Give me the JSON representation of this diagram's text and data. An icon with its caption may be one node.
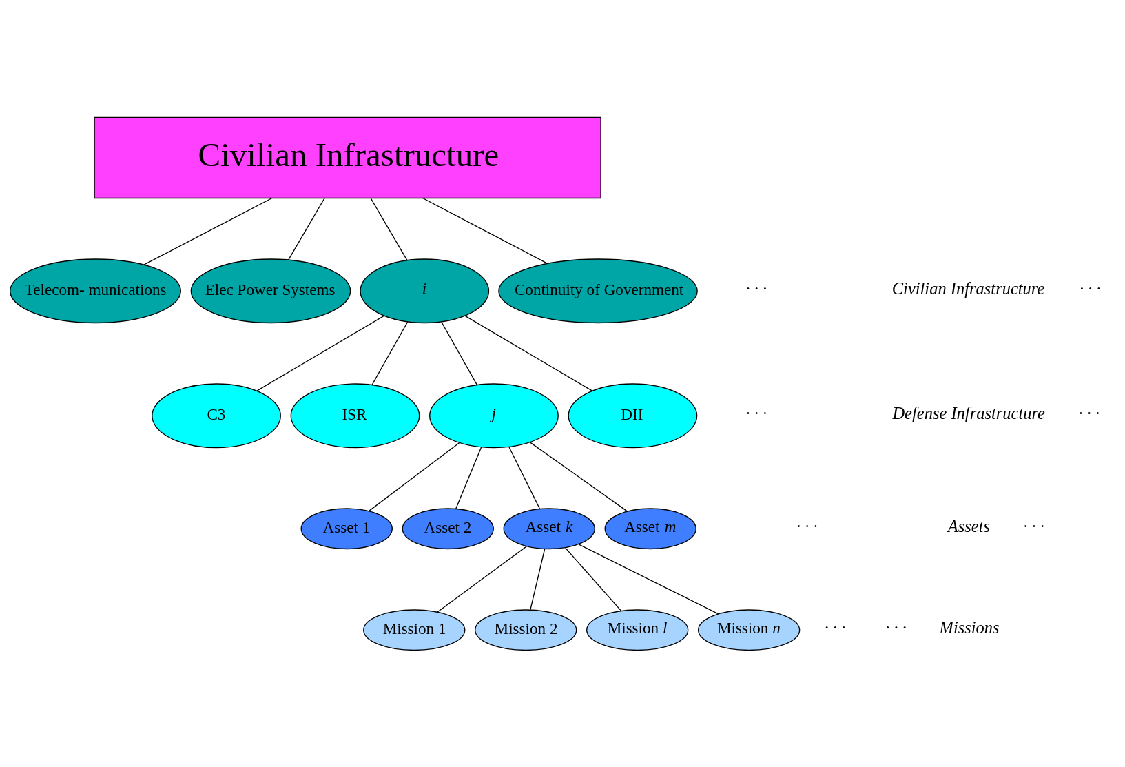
{
  "diagram": {
    "nodes": [
      {
        "text": [
          "Civilian Infrastructure"
        ]
      },
      {
        "text": [
          "Telecom- munications"
        ]
      },
      {
        "text": [
          "Elec Power Systems"
        ]
      },
      {
        "text": [
          "*i*"
        ]
      },
      {
        "text": [
          "Continuity of Government"
        ]
      },
      {
        "text": [
          "C3"
        ]
      },
      {
        "text": [
          "ISR"
        ]
      },
      {
        "text": [
          "*j*"
        ]
      },
      {
        "text": [
          "DII"
        ]
      },
      {
        "text": [
          "Asset 1"
        ]
      },
      {
        "text": [
          "Asset 2"
        ]
      },
      {
        "text": [
          "Asset *k*"
        ]
      },
      {
        "text": [
          "Asset *m*"
        ]
      },
      {
        "text": [
          "Mission 1"
        ]
      },
      {
        "text": [
          "Mission 2"
        ]
      },
      {
        "text": [
          "Mission *l*"
        ]
      },
      {
        "text": [
          "Mission *n*"
        ]
      }
    ],
    "edges": [
      {
        "from": 0,
        "to": 1,
        "arrow": "none"
      },
      {
        "from": 0,
        "to": 2,
        "arrow": "none"
      },
      {
        "from": 0,
        "to": 3,
        "arrow": "none"
      },
      {
        "from": 0,
        "to": 4,
        "arrow": "none"
      },
      {
        "from": 3,
        "to": 5,
        "arrow": "none"
      },
      {
        "from": 3,
        "to": 6,
        "arrow": "none"
      },
      {
        "from": 3,
        "to": 7,
        "arrow": "none"
      },
      {
        "from": 3,
        "to": 8,
        "arrow": "none"
      },
      {
        "from": 7,
        "to": 9,
        "arrow": "none"
      },
      {
        "from": 7,
        "to": 10,
        "arrow": "none"
      },
      {
        "from": 7,
        "to": 11,
        "arrow": "none"
      },
      {
        "from": 7,
        "to": 12,
        "arrow": "none"
      },
      {
        "from": 11,
        "to": 13,
        "arrow": "none"
      },
      {
        "from": 11,
        "to": 14,
        "arrow": "none"
      },
      {
        "from": 11,
        "to": 15,
        "arrow": "none"
      },
      {
        "from": 11,
        "to": 16,
        "arrow": "none"
      }
    ],
    "labels": [
      "Civilian Infrastructure",
      "· · ·",
      "· · ·",
      "Defense Infrastructure",
      "· · ·",
      "· · ·",
      "Assets",
      "· · ·",
      "· · ·",
      "Missions",
      "· · ·",
      "· · ·"
    ]
  }
}
